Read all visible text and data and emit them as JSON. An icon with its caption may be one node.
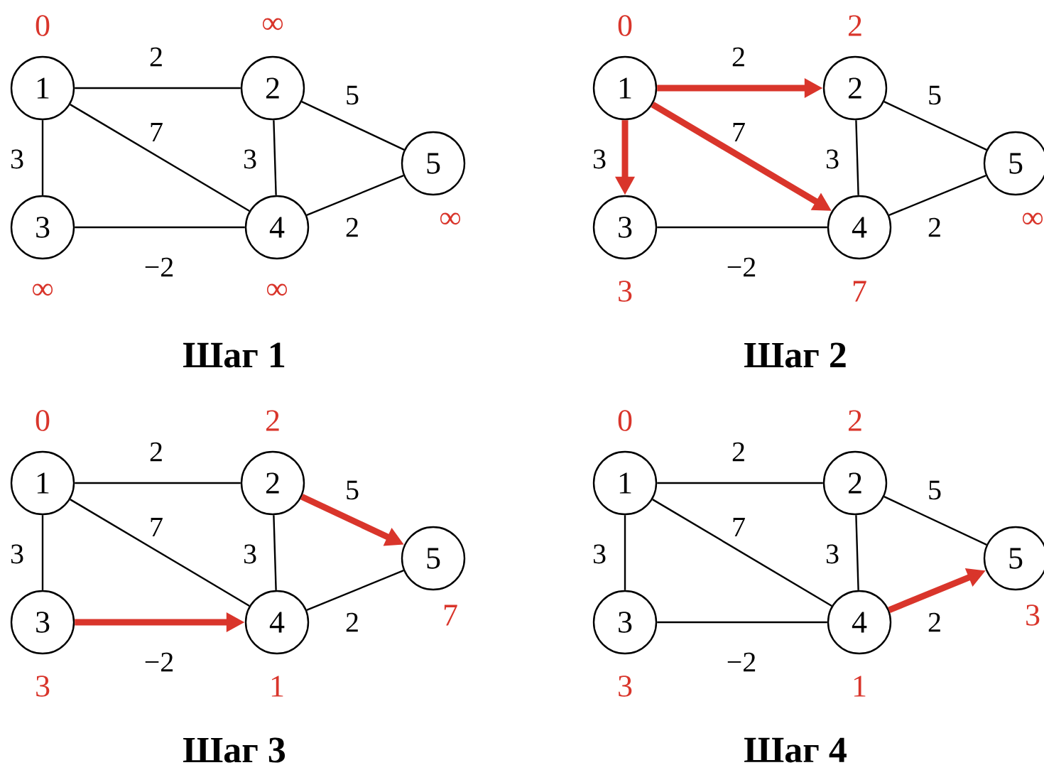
{
  "diagram": {
    "nodes": [
      {
        "text": [
          "1"
        ],
        "beside": [
          "0"
        ]
      },
      {
        "text": [
          "2"
        ],
        "beside": [
          "∞"
        ]
      },
      {
        "text": [
          "3"
        ],
        "beside": [
          "∞"
        ]
      },
      {
        "text": [
          "4"
        ],
        "beside": [
          "∞"
        ]
      },
      {
        "text": [
          "5"
        ],
        "beside": [
          "∞"
        ]
      },
      {
        "text": [
          "1"
        ],
        "beside": [
          "0"
        ]
      },
      {
        "text": [
          "2"
        ],
        "beside": [
          "2"
        ]
      },
      {
        "text": [
          "3"
        ],
        "beside": [
          "3"
        ]
      },
      {
        "text": [
          "4"
        ],
        "beside": [
          "7"
        ]
      },
      {
        "text": [
          "5"
        ],
        "beside": [
          "∞"
        ]
      },
      {
        "text": [
          "1"
        ],
        "beside": [
          "0"
        ]
      },
      {
        "text": [
          "2"
        ],
        "beside": [
          "2"
        ]
      },
      {
        "text": [
          "3"
        ],
        "beside": [
          "3"
        ]
      },
      {
        "text": [
          "4"
        ],
        "beside": [
          "1"
        ]
      },
      {
        "text": [
          "5"
        ],
        "beside": [
          "7"
        ]
      },
      {
        "text": [
          "1"
        ],
        "beside": [
          "0"
        ]
      },
      {
        "text": [
          "2"
        ],
        "beside": [
          "2"
        ]
      },
      {
        "text": [
          "3"
        ],
        "beside": [
          "3"
        ]
      },
      {
        "text": [
          "4"
        ],
        "beside": [
          "1"
        ]
      },
      {
        "text": [
          "5"
        ],
        "beside": [
          "3"
        ]
      }
    ],
    "edges": [
      {
        "from": 0,
        "to": 1,
        "arrow": "none",
        "label": "2"
      },
      {
        "from": 0,
        "to": 2,
        "arrow": "none",
        "label": "3"
      },
      {
        "from": 0,
        "to": 3,
        "arrow": "none",
        "label": "7"
      },
      {
        "from": 1,
        "to": 3,
        "arrow": "none",
        "label": "3"
      },
      {
        "from": 1,
        "to": 4,
        "arrow": "none",
        "label": "5"
      },
      {
        "from": 2,
        "to": 3,
        "arrow": "none",
        "label": "−2"
      },
      {
        "from": 3,
        "to": 4,
        "arrow": "none",
        "label": "2"
      },
      {
        "from": 5,
        "to": 6,
        "arrow": "to",
        "label": "2",
        "style": "thick",
        "color": "#d9352b"
      },
      {
        "from": 5,
        "to": 7,
        "arrow": "to",
        "label": "3",
        "style": "thick",
        "color": "#d9352b"
      },
      {
        "from": 5,
        "to": 8,
        "arrow": "to",
        "label": "7",
        "style": "thick",
        "color": "#d9352b"
      },
      {
        "from": 6,
        "to": 8,
        "arrow": "none",
        "label": "3"
      },
      {
        "from": 6,
        "to": 9,
        "arrow": "none",
        "label": "5"
      },
      {
        "from": 7,
        "to": 8,
        "arrow": "none",
        "label": "−2"
      },
      {
        "from": 8,
        "to": 9,
        "arrow": "none",
        "label": "2"
      },
      {
        "from": 10,
        "to": 11,
        "arrow": "none",
        "label": "2"
      },
      {
        "from": 10,
        "to": 12,
        "arrow": "none",
        "label": "3"
      },
      {
        "from": 10,
        "to": 13,
        "arrow": "none",
        "label": "7"
      },
      {
        "from": 11,
        "to": 13,
        "arrow": "none",
        "label": "3"
      },
      {
        "from": 11,
        "to": 14,
        "arrow": "to",
        "label": "5",
        "style": "thick",
        "color": "#d9352b"
      },
      {
        "from": 12,
        "to": 13,
        "arrow": "to",
        "label": "−2",
        "style": "thick",
        "color": "#d9352b"
      },
      {
        "from": 13,
        "to": 14,
        "arrow": "none",
        "label": "2"
      },
      {
        "from": 15,
        "to": 16,
        "arrow": "none",
        "label": "2"
      },
      {
        "from": 15,
        "to": 17,
        "arrow": "none",
        "label": "3"
      },
      {
        "from": 15,
        "to": 18,
        "arrow": "none",
        "label": "7"
      },
      {
        "from": 16,
        "to": 18,
        "arrow": "none",
        "label": "3"
      },
      {
        "from": 16,
        "to": 19,
        "arrow": "none",
        "label": "5"
      },
      {
        "from": 17,
        "to": 18,
        "arrow": "none",
        "label": "−2"
      },
      {
        "from": 18,
        "to": 19,
        "arrow": "to",
        "label": "2",
        "style": "thick",
        "color": "#d9352b"
      }
    ],
    "labels": [
      "Шаг 1",
      "Шаг 2",
      "Шаг 3",
      "Шаг 4"
    ]
  }
}
